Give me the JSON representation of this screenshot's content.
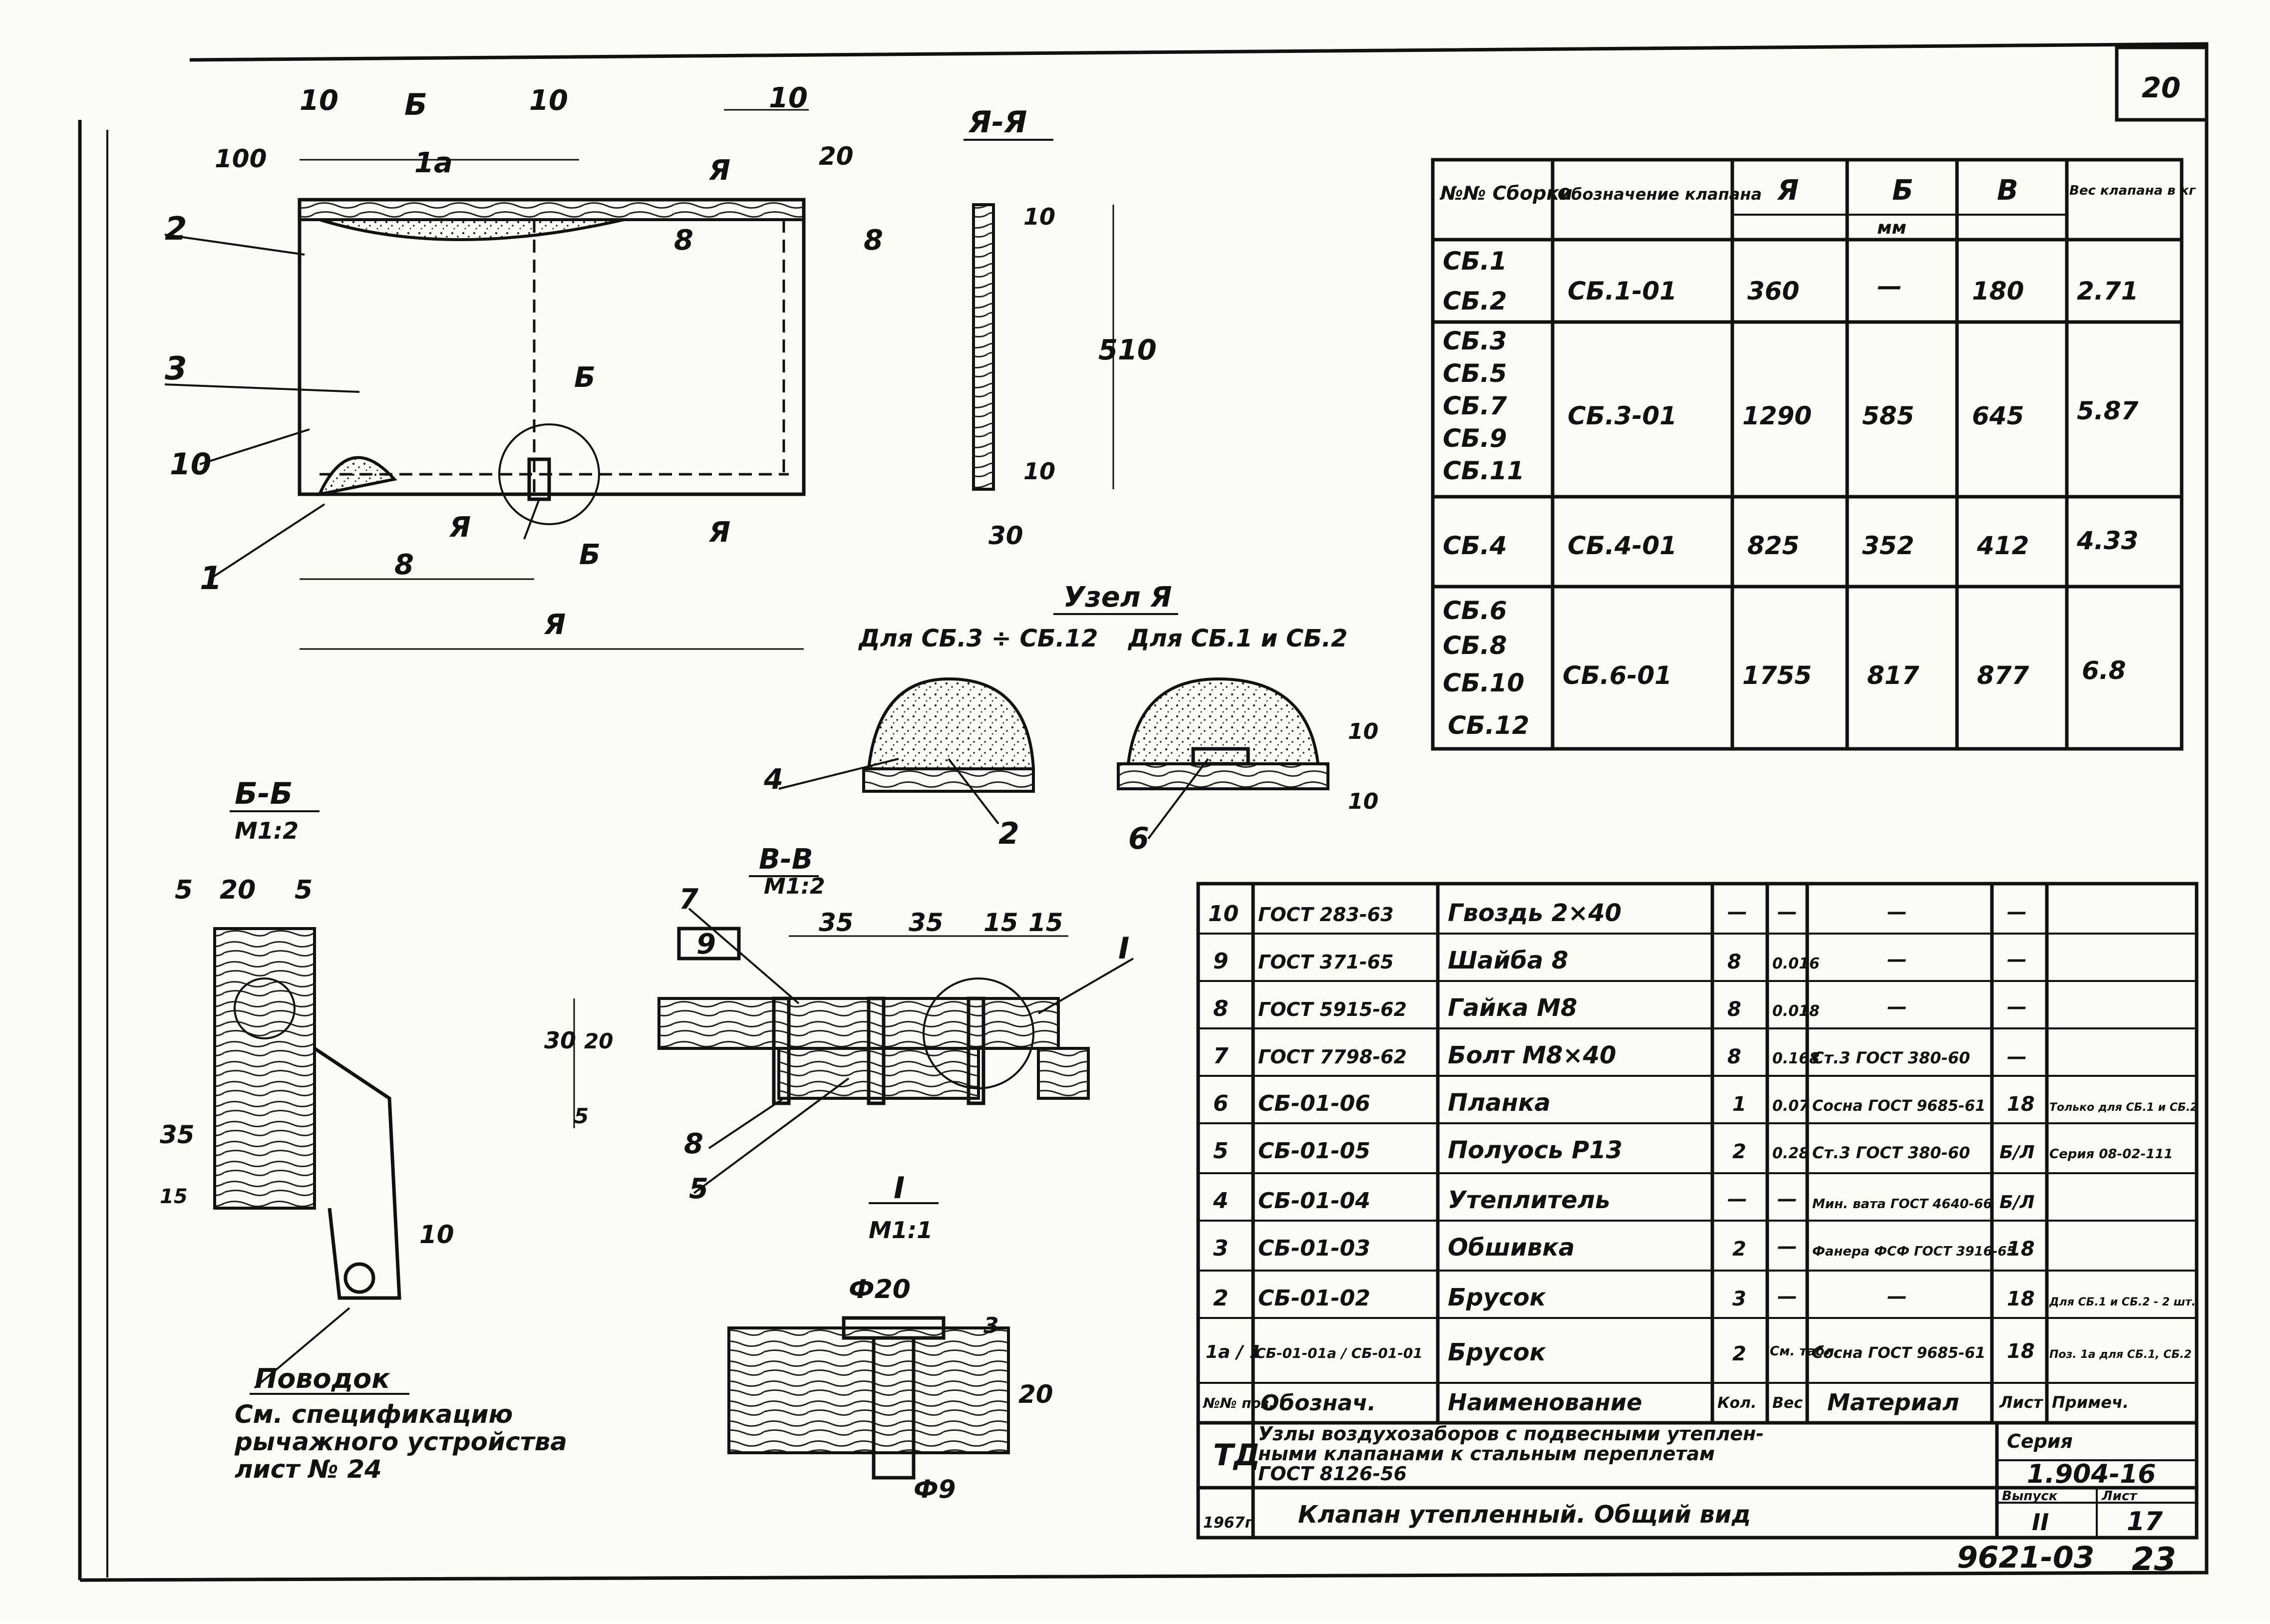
{
  "sheet": {
    "sheet_no": "20",
    "stamp_left": "ТД",
    "doc_number": "9621-03",
    "page_number": "23",
    "year": "1967г"
  },
  "main_view": {
    "dims": [
      "10",
      "Б",
      "10",
      "10",
      "100",
      "1а",
      "20",
      "Я",
      "Я",
      "8",
      "8",
      "Б",
      "Я",
      "Б",
      "8",
      "Я"
    ],
    "callouts": [
      "2",
      "3",
      "10",
      "1"
    ]
  },
  "section_ya": {
    "title": "Я-Я",
    "dims": [
      "10",
      "510",
      "10",
      "30"
    ]
  },
  "node_ya": {
    "title": "Узел Я",
    "left_label": "Для СБ.3 ÷ СБ.12",
    "right_label": "Для СБ.1 и СБ.2",
    "callouts": [
      "4",
      "2",
      "6"
    ],
    "dims": [
      "10",
      "10"
    ]
  },
  "section_bb": {
    "title": "Б-Б",
    "scale": "М1:2",
    "dims": [
      "5",
      "20",
      "5",
      "35",
      "15",
      "10"
    ]
  },
  "section_vv": {
    "title": "В-В",
    "scale": "М1:2",
    "dims": [
      "35",
      "35",
      "15",
      "15",
      "30",
      "20",
      "5"
    ],
    "callouts": [
      "7",
      "9",
      "8",
      "5",
      "I"
    ]
  },
  "detail_i": {
    "title": "I",
    "scale": "М1:1",
    "dims": [
      "Ф20",
      "3",
      "20",
      "Ф9"
    ]
  },
  "lever_note": {
    "title": "Поводок",
    "text_line1": "См. спецификацию",
    "text_line2": "рычажного устройства",
    "text_line3": "лист № 24"
  },
  "assembly_table": {
    "headers": [
      "№№ Сборки",
      "Обозначение клапана",
      "Я",
      "Б",
      "В",
      "Вес клапана в кг"
    ],
    "unit": "мм",
    "rows": [
      {
        "assemblies": [
          "СБ.1",
          "СБ.2"
        ],
        "code": "СБ.1-01",
        "ya": "360",
        "b": "—",
        "v": "180",
        "weight": "2.71"
      },
      {
        "assemblies": [
          "СБ.3",
          "СБ.5",
          "СБ.7",
          "СБ.9",
          "СБ.11"
        ],
        "code": "СБ.3-01",
        "ya": "1290",
        "b": "585",
        "v": "645",
        "weight": "5.87"
      },
      {
        "assemblies": [
          "СБ.4"
        ],
        "code": "СБ.4-01",
        "ya": "825",
        "b": "352",
        "v": "412",
        "weight": "4.33"
      },
      {
        "assemblies": [
          "СБ.6",
          "СБ.8",
          "СБ.10",
          "СБ.12"
        ],
        "code": "СБ.6-01",
        "ya": "1755",
        "b": "817",
        "v": "877",
        "weight": "6.8"
      }
    ]
  },
  "spec_table": {
    "headers": [
      "№№ поз.",
      "Обознач.",
      "Наименование",
      "Кол.",
      "Вес",
      "Материал",
      "Лист",
      "Примеч."
    ],
    "rows": [
      {
        "pos": "10",
        "ref": "ГОСТ 283-63",
        "name": "Гвоздь 2×40",
        "qty": "—",
        "weight": "—",
        "material": "—",
        "list": "—",
        "note": ""
      },
      {
        "pos": "9",
        "ref": "ГОСТ 371-65",
        "name": "Шайба 8",
        "qty": "8",
        "weight": "0.016",
        "material": "—",
        "list": "—",
        "note": ""
      },
      {
        "pos": "8",
        "ref": "ГОСТ 5915-62",
        "name": "Гайка М8",
        "qty": "8",
        "weight": "0.018",
        "material": "—",
        "list": "—",
        "note": ""
      },
      {
        "pos": "7",
        "ref": "ГОСТ 7798-62",
        "name": "Болт М8×40",
        "qty": "8",
        "weight": "0.168",
        "material": "Ст.3 ГОСТ 380-60",
        "list": "—",
        "note": ""
      },
      {
        "pos": "6",
        "ref": "СБ-01-06",
        "name": "Планка",
        "qty": "1",
        "weight": "0.07",
        "material": "Сосна ГОСТ 9685-61",
        "list": "18",
        "note": "Только для СБ.1 и СБ.2"
      },
      {
        "pos": "5",
        "ref": "СБ-01-05",
        "name": "Полуось Р13",
        "qty": "2",
        "weight": "0.28",
        "material": "Ст.3 ГОСТ 380-60",
        "list": "Б/Л",
        "note": "Серия 08-02-111"
      },
      {
        "pos": "4",
        "ref": "СБ-01-04",
        "name": "Утеплитель",
        "qty": "—",
        "weight": "—",
        "material": "Мин. вата ГОСТ 4640-66",
        "list": "Б/Л",
        "note": ""
      },
      {
        "pos": "3",
        "ref": "СБ-01-03",
        "name": "Обшивка",
        "qty": "2",
        "weight": "—",
        "material": "Фанера ФСФ ГОСТ 3916-65",
        "list": "18",
        "note": ""
      },
      {
        "pos": "2",
        "ref": "СБ-01-02",
        "name": "Брусок",
        "qty": "3",
        "weight": "—",
        "material": "—",
        "list": "18",
        "note": "Для СБ.1 и СБ.2 - 2 шт."
      },
      {
        "pos": "1а / 1",
        "ref": "СБ-01-01а / СБ-01-01",
        "name": "Брусок",
        "qty": "2",
        "weight": "См. табл.",
        "material": "Сосна ГОСТ 9685-61",
        "list": "18",
        "note": "Поз. 1а для СБ.1, СБ.2"
      }
    ]
  },
  "title_block": {
    "series_label": "Серия",
    "series_value": "1.904-16",
    "project_line1": "Узлы воздухозаборов с подвесными утеплен-",
    "project_line2": "ными клапанами к стальным переплетам",
    "project_line3": "ГОСТ 8126-56",
    "drawing_title": "Клапан утепленный. Общий вид",
    "issue_label": "Выпуск",
    "issue_value": "II",
    "list_label": "Лист",
    "list_value": "17"
  }
}
